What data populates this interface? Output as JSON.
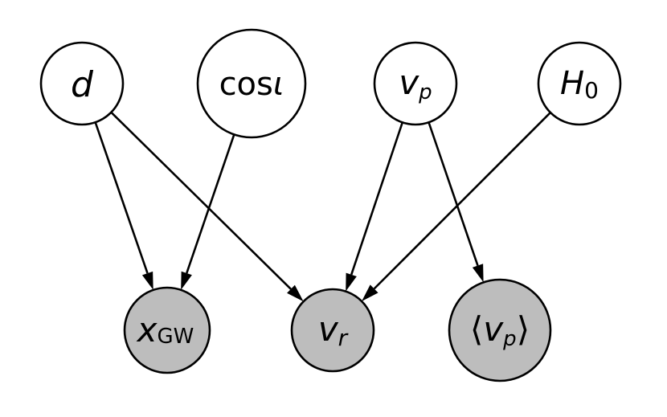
{
  "colors": {
    "latent_fill": "#ffffff",
    "observed_fill": "#bdbdbd",
    "stroke": "#000000"
  },
  "nodes": {
    "d": {
      "label": "d",
      "observed": false
    },
    "cos_iota": {
      "label": "cos",
      "label_symbol": "ι",
      "observed": false
    },
    "v_p": {
      "label": "v",
      "label_sub": "p",
      "observed": false
    },
    "H_0": {
      "label": "H",
      "label_sub": "0",
      "observed": false
    },
    "x_GW": {
      "label": "x",
      "label_sub": "GW",
      "observed": true
    },
    "v_r": {
      "label": "v",
      "label_sub": "r",
      "observed": true
    },
    "v_p_mean": {
      "label_open": "⟨",
      "label": "v",
      "label_sub": "p",
      "label_close": "⟩",
      "observed": true
    }
  },
  "edges": [
    {
      "from": "d",
      "to": "x_GW"
    },
    {
      "from": "d",
      "to": "v_r"
    },
    {
      "from": "cos_iota",
      "to": "x_GW"
    },
    {
      "from": "v_p",
      "to": "v_r"
    },
    {
      "from": "v_p",
      "to": "v_p_mean"
    },
    {
      "from": "H_0",
      "to": "v_r"
    }
  ]
}
